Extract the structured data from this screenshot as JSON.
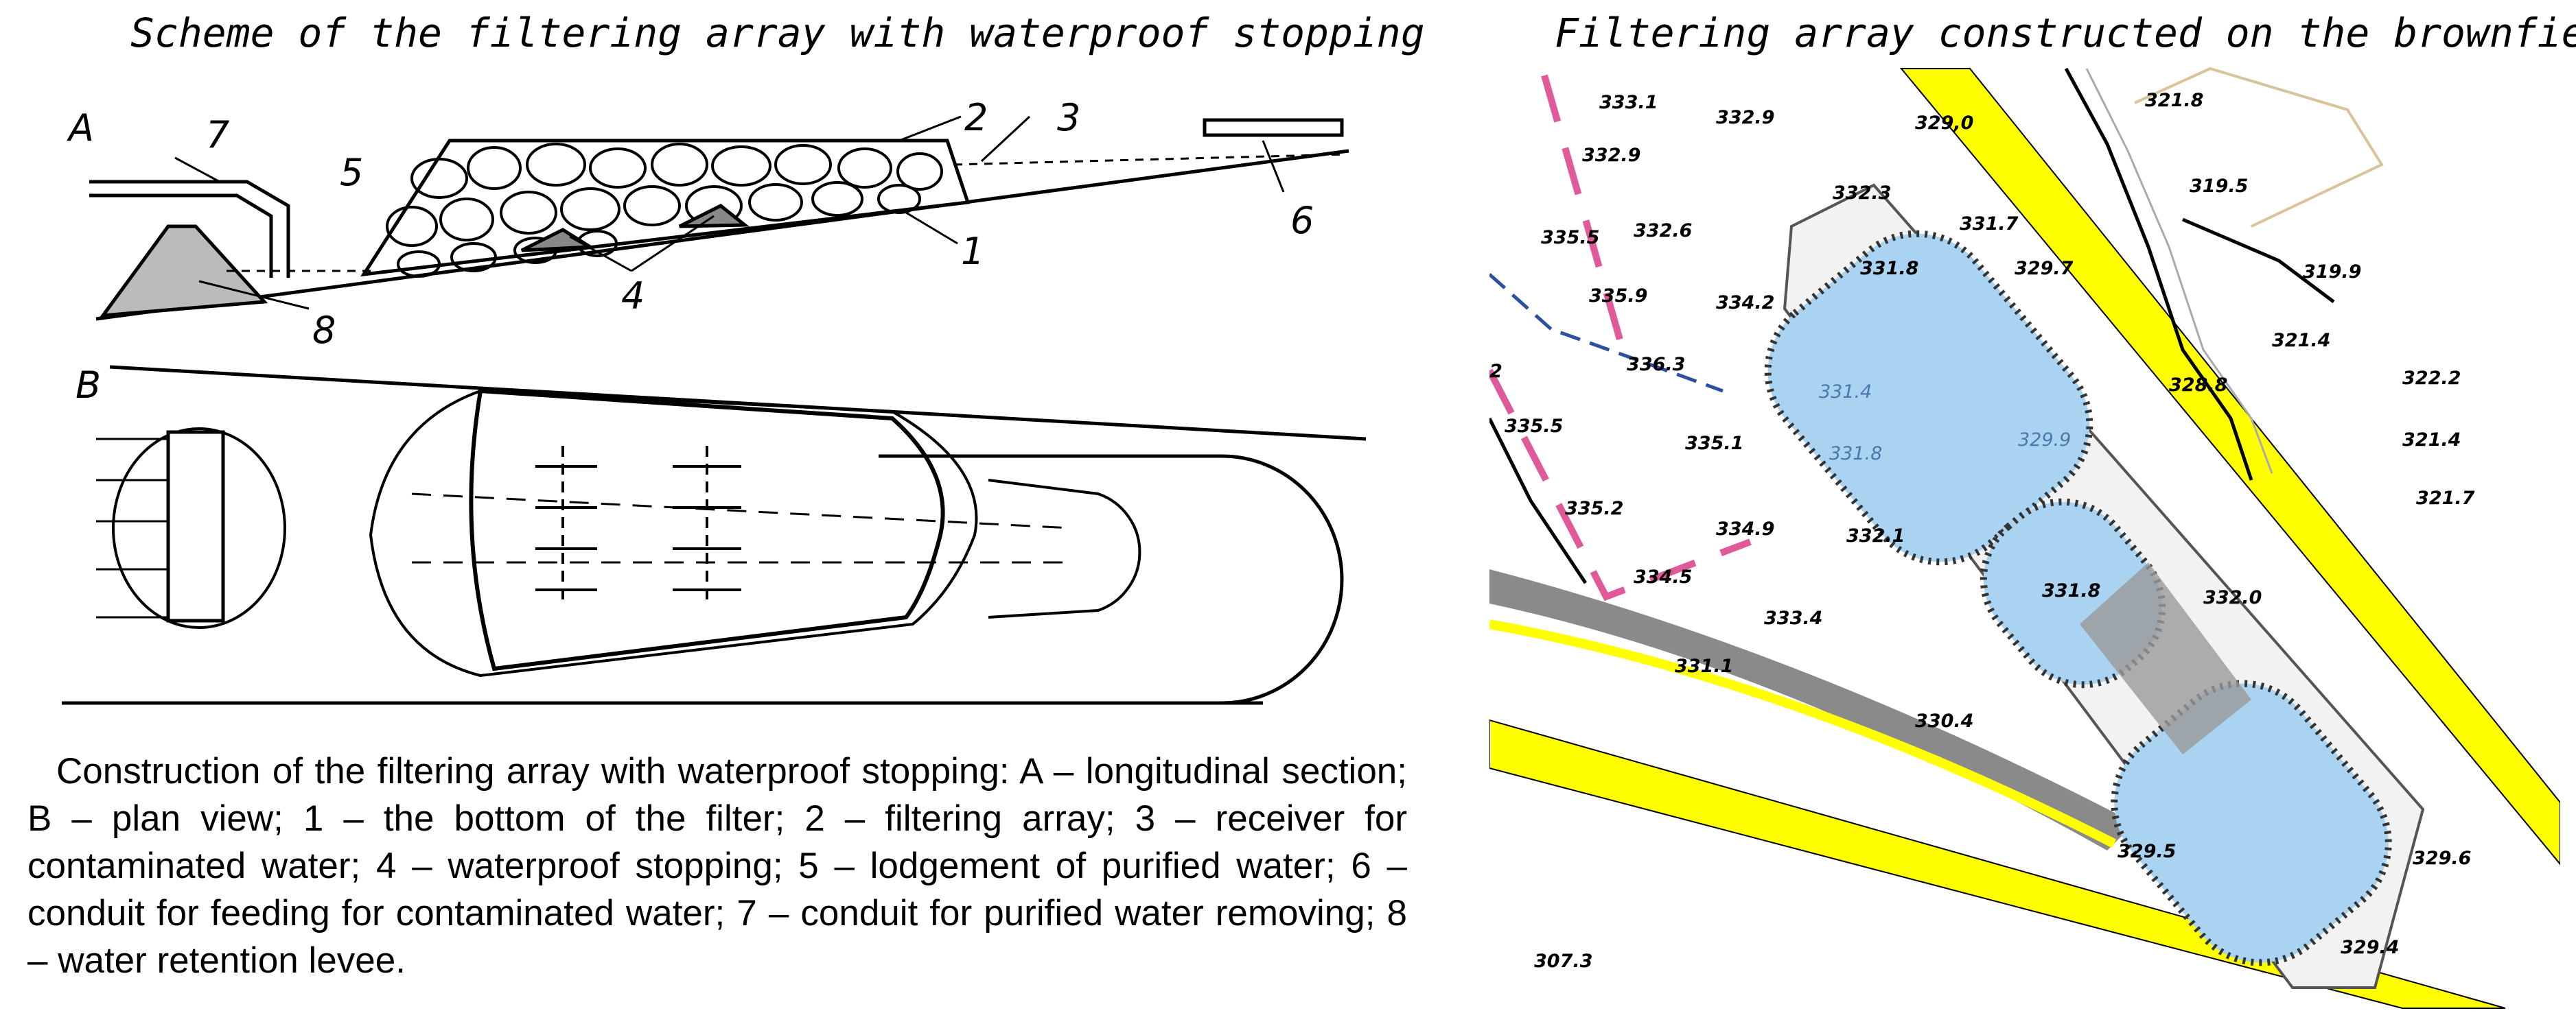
{
  "left_title": "Scheme of the filtering array with waterproof stopping",
  "right_title": "Filtering array constructed on the brownfield",
  "caption": "Construction of the filtering array with waterproof stopping: A – longitudinal section; B – plan view; 1 – the bottom of the filter; 2 – filtering array; 3 – receiver for contaminated water; 4 – waterproof stopping; 5 – lodgement of purified water; 6 – conduit for feeding for contaminated water; 7 – conduit for purified water removing; 8 – water retention levee.",
  "scheme_labels": {
    "section": "A",
    "plan": "B",
    "n1": "1",
    "n2": "2",
    "n3": "3",
    "n4": "4",
    "n5": "5",
    "n6": "6",
    "n7": "7",
    "n8": "8"
  },
  "map_elevations": {
    "e1": "333.1",
    "e2": "332.9",
    "e3": "329,0",
    "e4": "321.8",
    "e5": "332.9",
    "e6": "332.3",
    "e7": "319.5",
    "e8": "335.5",
    "e9": "332.6",
    "e10": "331.7",
    "e11": "335.9",
    "e12": "334.2",
    "e13": "331.8",
    "e14": "329.7",
    "e15": "319.9",
    "e16": "336.3",
    "e17": "321.4",
    "e18": "328.8",
    "e19": "322.2",
    "e20": "335.5",
    "e21": "335.1",
    "e22": "321.4",
    "e23": "335.2",
    "e24": "321.7",
    "e25": "334.9",
    "e26": "332.1",
    "e27": "334.5",
    "e28": "333.4",
    "e29": "331.8",
    "e30": "332.0",
    "e31": "331.1",
    "e32": "330.4",
    "e33": "329.5",
    "e34": "329.6",
    "e35": "329.4",
    "e36": "307.3",
    "e37": "2",
    "e38": "331.4",
    "e39": "331.8",
    "e40": "329.9"
  },
  "colors": {
    "pond_fill": "#a9d3f0",
    "road": "#ffff00",
    "boundary": "#e05a9b",
    "conduit": "#2c4fa0",
    "contour": "#d8c39a"
  }
}
